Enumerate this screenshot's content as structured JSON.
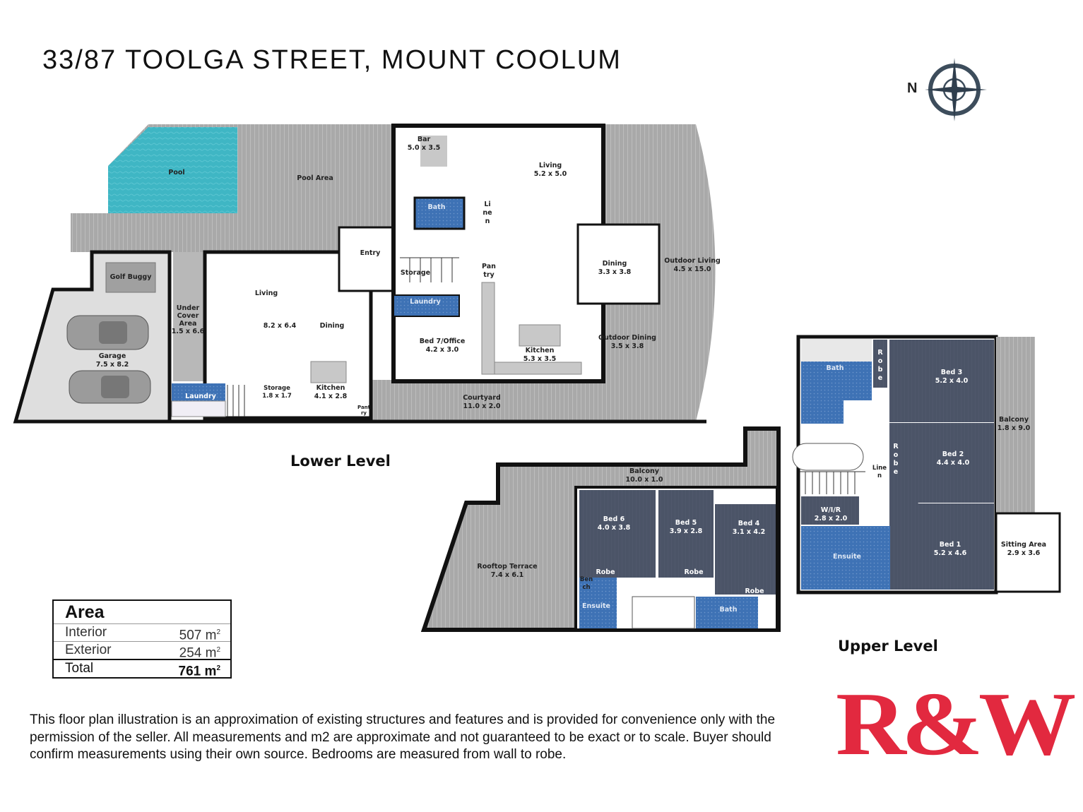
{
  "title": "33/87 TOOLGA STREET, MOUNT COOLUM",
  "compass": {
    "label": "N",
    "icon": "compass-rose-icon",
    "color": "#3d4d5c"
  },
  "colors": {
    "deck": "#a9a9a9",
    "pool": "#3fb6c4",
    "bedroom": "#4b5467",
    "wet_area": "#3e72b5",
    "garage": "#dedede",
    "wall": "#111111",
    "logo": "#e2293f"
  },
  "lower_level": {
    "label": "Lower Level",
    "rooms": [
      {
        "name": "Pool",
        "dims": ""
      },
      {
        "name": "Pool Area",
        "dims": ""
      },
      {
        "name": "Golf Buggy",
        "dims": ""
      },
      {
        "name": "Garage",
        "dims": "7.5 x 8.2"
      },
      {
        "name": "Under Cover Area",
        "dims": "1.5 x 6.6"
      },
      {
        "name": "Living",
        "dims": "8.2 x 6.4"
      },
      {
        "name": "Dining",
        "dims": ""
      },
      {
        "name": "Kitchen",
        "dims": "4.1 x 2.8"
      },
      {
        "name": "Laundry",
        "dims": ""
      },
      {
        "name": "Storage",
        "dims": "1.8 x 1.7"
      },
      {
        "name": "Pantry",
        "dims": ""
      },
      {
        "name": "Entry",
        "dims": ""
      },
      {
        "name": "Bar",
        "dims": "5.0 x 3.5"
      },
      {
        "name": "Living",
        "dims": "5.2 x 5.0"
      },
      {
        "name": "Bath",
        "dims": ""
      },
      {
        "name": "Linen",
        "dims": ""
      },
      {
        "name": "Storage",
        "dims": ""
      },
      {
        "name": "Laundry",
        "dims": ""
      },
      {
        "name": "Pantry",
        "dims": ""
      },
      {
        "name": "Bed 7/Office",
        "dims": "4.2 x 3.0"
      },
      {
        "name": "Kitchen",
        "dims": "5.3 x 3.5"
      },
      {
        "name": "Dining",
        "dims": "3.3 x 3.8"
      },
      {
        "name": "Outdoor Living",
        "dims": "4.5 x 15.0"
      },
      {
        "name": "Outdoor Dining",
        "dims": "3.5 x 3.8"
      },
      {
        "name": "Courtyard",
        "dims": "11.0 x 2.0"
      }
    ]
  },
  "upper_level": {
    "label": "Upper Level",
    "rooms": [
      {
        "name": "Rooftop Terrace",
        "dims": "7.4 x 6.1"
      },
      {
        "name": "Balcony",
        "dims": "10.0 x 1.0"
      },
      {
        "name": "Bed 6",
        "dims": "4.0 x 3.8"
      },
      {
        "name": "Bed 5",
        "dims": "3.9 x 2.8"
      },
      {
        "name": "Bed 4",
        "dims": "3.1 x 4.2"
      },
      {
        "name": "Robe",
        "dims": ""
      },
      {
        "name": "Robe",
        "dims": ""
      },
      {
        "name": "Robe",
        "dims": ""
      },
      {
        "name": "Bench",
        "dims": ""
      },
      {
        "name": "Ensuite",
        "dims": ""
      },
      {
        "name": "Bath",
        "dims": ""
      },
      {
        "name": "Bath",
        "dims": ""
      },
      {
        "name": "Robe",
        "dims": ""
      },
      {
        "name": "Bed 3",
        "dims": "5.2 x 4.0"
      },
      {
        "name": "Balcony",
        "dims": "1.8 x 9.0"
      },
      {
        "name": "Robe",
        "dims": ""
      },
      {
        "name": "Bed 2",
        "dims": "4.4 x 4.0"
      },
      {
        "name": "Linen",
        "dims": ""
      },
      {
        "name": "W/I/R",
        "dims": "2.8 x 2.0"
      },
      {
        "name": "Ensuite",
        "dims": ""
      },
      {
        "name": "Bed 1",
        "dims": "5.2 x 4.6"
      },
      {
        "name": "Sitting Area",
        "dims": "2.9 x 3.6"
      }
    ]
  },
  "area_table": {
    "heading": "Area",
    "rows": [
      {
        "label": "Interior",
        "value": "507",
        "unit": "m"
      },
      {
        "label": "Exterior",
        "value": "254",
        "unit": "m"
      },
      {
        "label": "Total",
        "value": "761",
        "unit": "m"
      }
    ],
    "unit_exponent": "2"
  },
  "disclaimer": "This floor plan illustration is an approximation of existing structures and features and is provided for convenience only with the permission of the seller. All measurements and m2 are approximate and not guaranteed to be exact or to scale. Buyer should confirm measurements using their own source. Bedrooms are measured from wall to robe.",
  "logo": {
    "text": "R&W"
  }
}
